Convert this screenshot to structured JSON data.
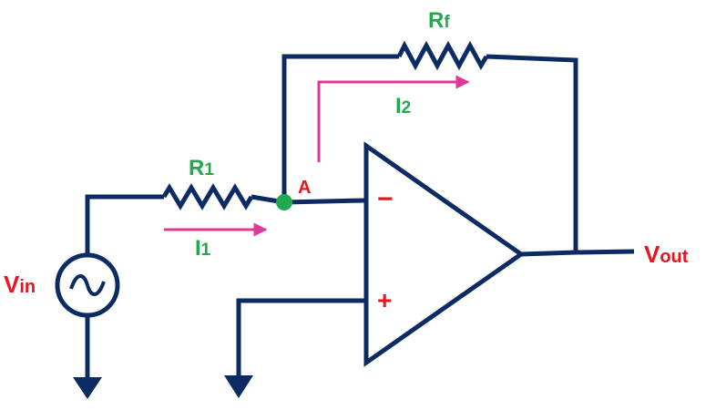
{
  "colors": {
    "wire": "#0d2b63",
    "current_arrow": "#e0389a",
    "component_label": "#22a94f",
    "signal_label": "#e8141e",
    "node": "#22a94f",
    "background": "#ffffff"
  },
  "labels": {
    "r1": {
      "main": "R",
      "sub": "1"
    },
    "rf": {
      "main": "R",
      "sub": "f"
    },
    "i1": {
      "main": "I",
      "sub": "1"
    },
    "i2": {
      "main": "I",
      "sub": "2"
    },
    "node_a": "A",
    "vin": {
      "main": "V",
      "sub": "in"
    },
    "vout": {
      "main": "V",
      "sub": "out"
    },
    "minus": "−",
    "plus": "+"
  },
  "icons": {
    "source": "ac-source-icon",
    "ground": "ground-icon"
  }
}
